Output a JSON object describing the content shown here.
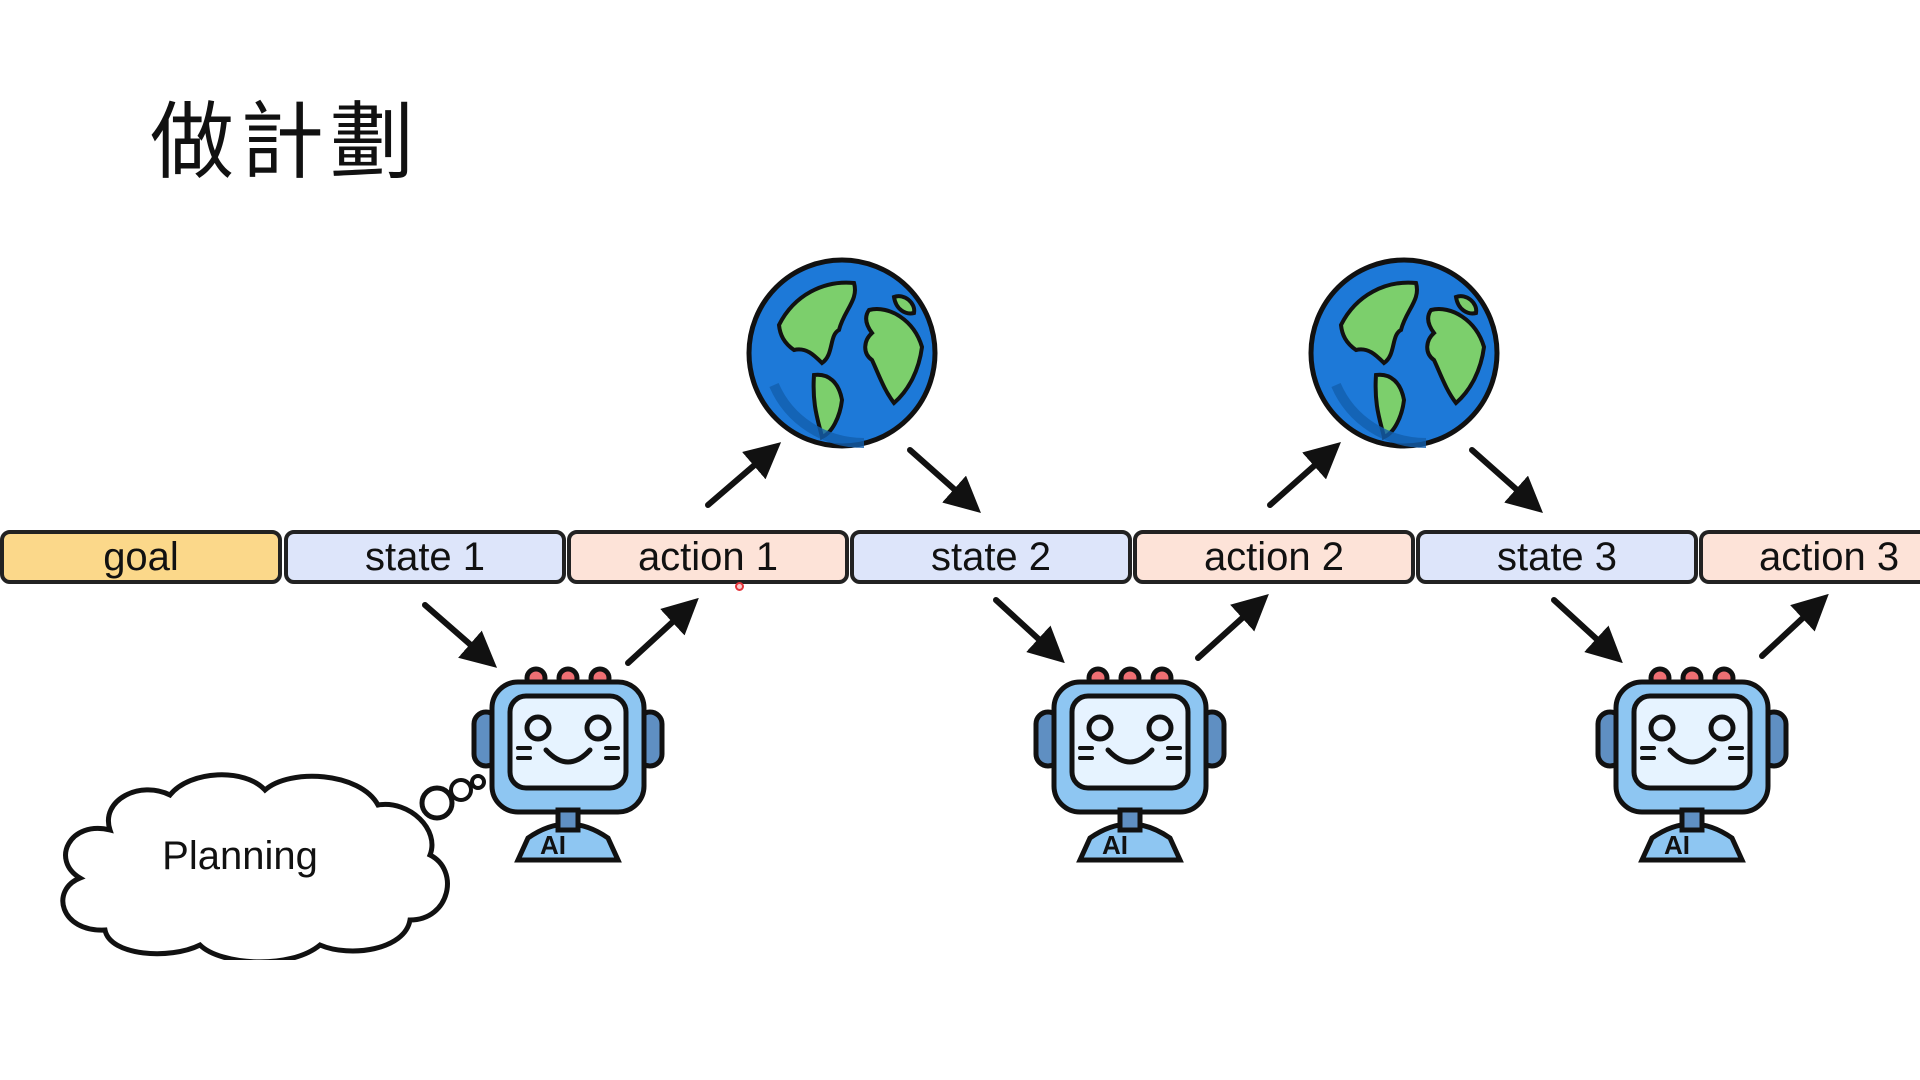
{
  "title": "做計劃",
  "timeline": [
    {
      "label": "goal",
      "kind": "goal"
    },
    {
      "label": "state 1",
      "kind": "state"
    },
    {
      "label": "action 1",
      "kind": "action"
    },
    {
      "label": "state 2",
      "kind": "state"
    },
    {
      "label": "action 2",
      "kind": "action"
    },
    {
      "label": "state 3",
      "kind": "state"
    },
    {
      "label": "action 3",
      "kind": "action"
    }
  ],
  "robots": [
    {
      "badge": "AI"
    },
    {
      "badge": "AI"
    },
    {
      "badge": "AI"
    }
  ],
  "thought": {
    "label": "Planning"
  },
  "colors": {
    "goal": "#fbd88a",
    "state": "#dde5fa",
    "action": "#fde3d8",
    "ocean": "#1d79d8",
    "land": "#7ccf6c",
    "robot_body": "#8ec6f2",
    "robot_screen": "#e6f3ff",
    "robot_antenna": "#ef6f73"
  },
  "icons": [
    "earth-icon",
    "robot-icon",
    "thought-cloud-icon",
    "arrow-icon"
  ]
}
